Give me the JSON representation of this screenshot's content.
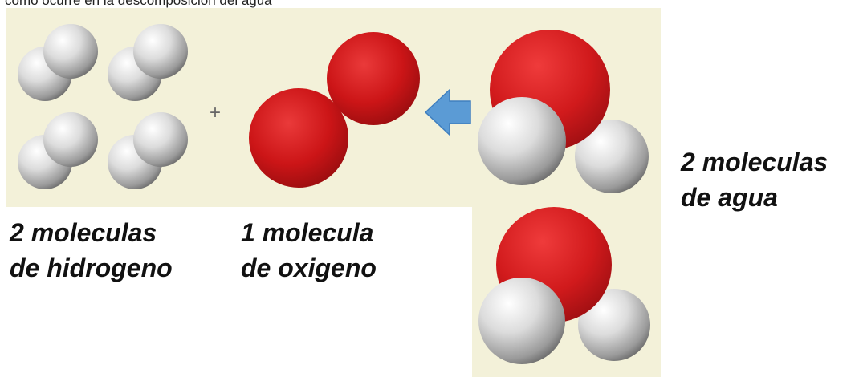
{
  "header": {
    "caption": "como ocurre en la descomposición del agua"
  },
  "colors": {
    "background": "#ffffff",
    "panel": "#f3f1d9",
    "oxygen": "#d8191c",
    "hydrogen": "#e8e8e8",
    "arrow": "#5b9bd5"
  },
  "labels": {
    "hydrogen": {
      "line1": "2 moleculas",
      "line2": "de hidrogeno"
    },
    "oxygen": {
      "line1": "1 molecula",
      "line2": "de oxigeno"
    },
    "water": {
      "line1": "2 moleculas",
      "line2": "de agua"
    }
  },
  "diagram": {
    "operator": "+",
    "molecules": [
      {
        "kind": "H2",
        "count": 4
      },
      {
        "kind": "O2",
        "count": 1
      },
      {
        "kind": "H2O",
        "count": 2
      }
    ]
  }
}
